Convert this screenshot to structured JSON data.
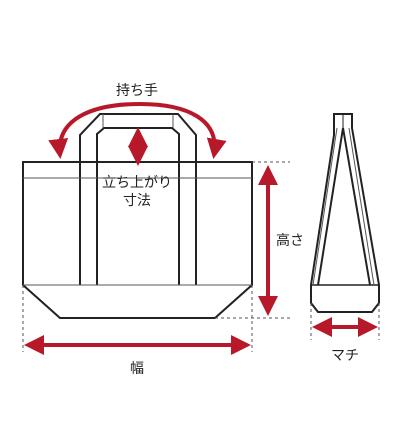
{
  "labels": {
    "handle": "持ち手",
    "rise_line1": "立ち上がり",
    "rise_line2": "寸法",
    "height": "高さ",
    "width": "幅",
    "gusset": "マチ"
  },
  "colors": {
    "outline": "#222222",
    "arrow": "#b8192a",
    "dashed": "#555555",
    "background": "#ffffff"
  }
}
